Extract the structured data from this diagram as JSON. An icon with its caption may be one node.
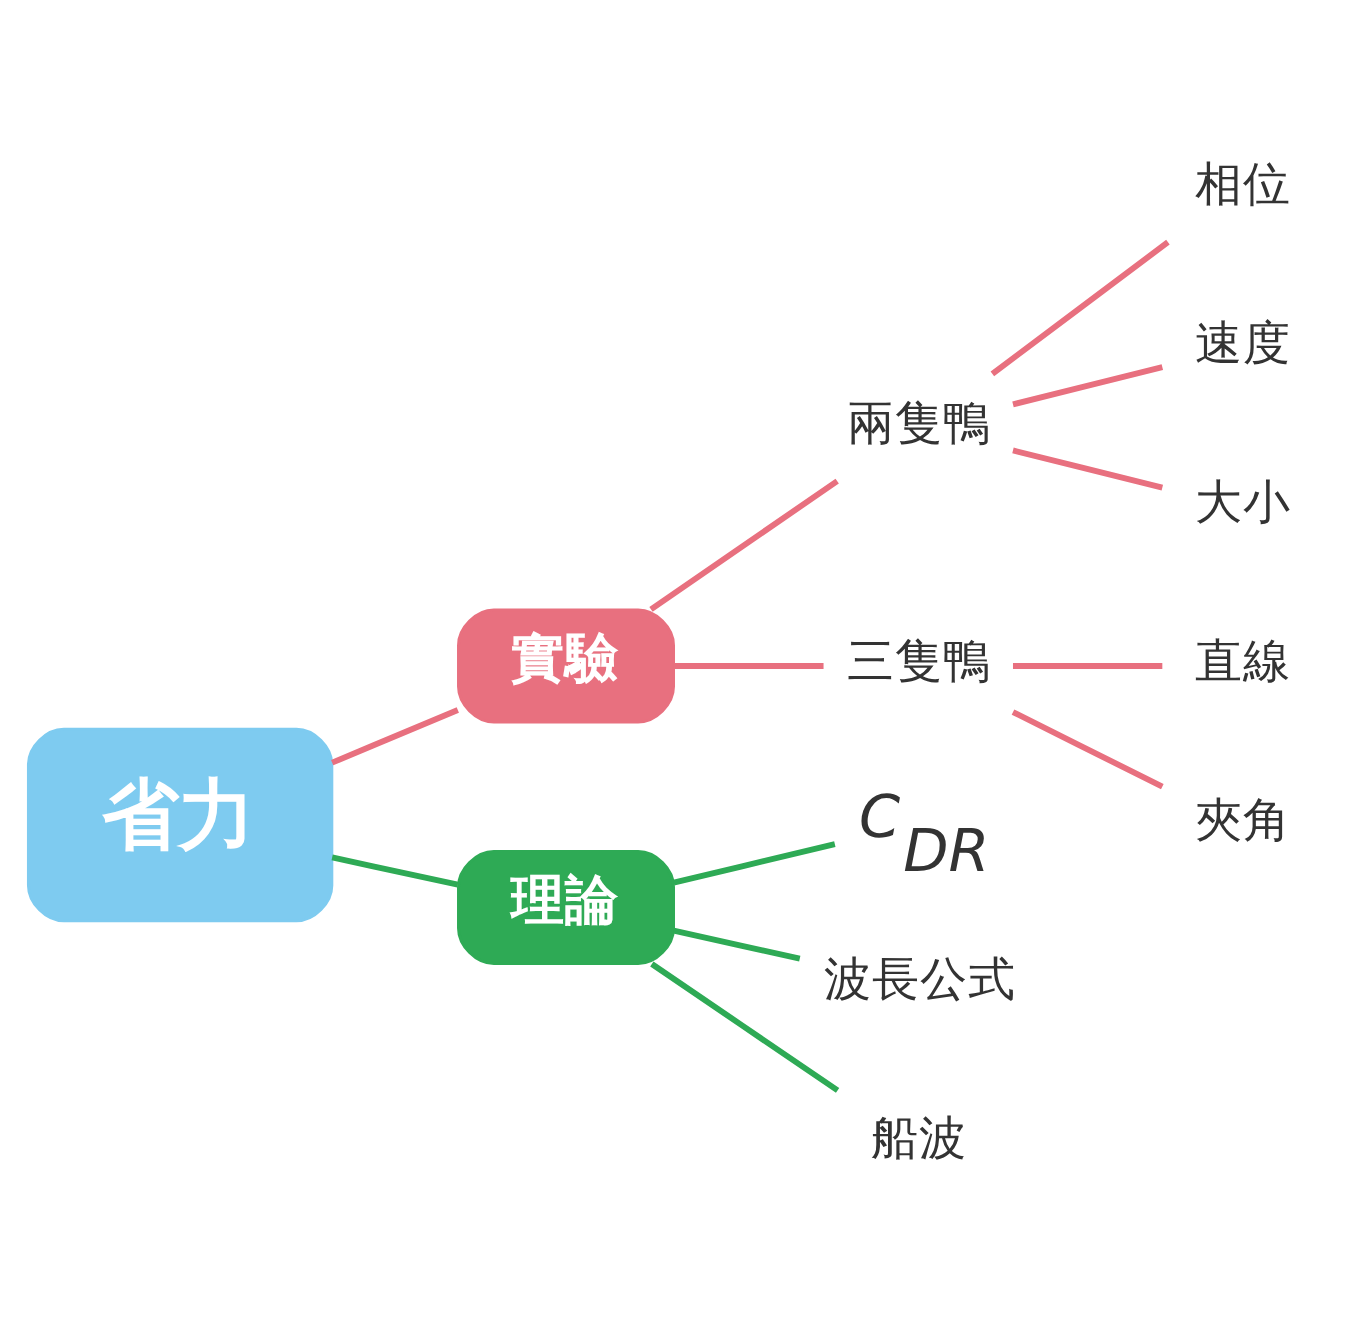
{
  "diagram": {
    "nodes": [
      {
        "text": [
          "省力"
        ]
      },
      {
        "text": [
          "實驗"
        ]
      },
      {
        "text": [
          "兩隻鴨"
        ]
      },
      {
        "text": [
          "相位"
        ]
      },
      {
        "text": [
          "速度"
        ]
      },
      {
        "text": [
          "大小"
        ]
      },
      {
        "text": [
          "三隻鴨"
        ]
      },
      {
        "text": [
          "直線"
        ]
      },
      {
        "text": [
          "夾角"
        ]
      },
      {
        "text": [
          "理論"
        ]
      },
      {
        "text": [
          "C$_{DR}$"
        ]
      },
      {
        "text": [
          "波長公式"
        ]
      },
      {
        "text": [
          "船波"
        ]
      }
    ],
    "edges": [
      {
        "from": 0,
        "to": 1,
        "arrow": "none"
      },
      {
        "from": 1,
        "to": 2,
        "arrow": "none"
      },
      {
        "from": 2,
        "to": 3,
        "arrow": "none"
      },
      {
        "from": 2,
        "to": 4,
        "arrow": "none"
      },
      {
        "from": 2,
        "to": 5,
        "arrow": "none"
      },
      {
        "from": 1,
        "to": 6,
        "arrow": "none"
      },
      {
        "from": 6,
        "to": 7,
        "arrow": "none"
      },
      {
        "from": 6,
        "to": 8,
        "arrow": "none"
      },
      {
        "from": 0,
        "to": 9,
        "arrow": "none",
        "color": "#2eaa55"
      },
      {
        "from": 9,
        "to": 10,
        "arrow": "none",
        "color": "#2eaa55"
      },
      {
        "from": 9,
        "to": 11,
        "arrow": "none",
        "color": "#2eaa55"
      },
      {
        "from": 9,
        "to": 12,
        "arrow": "none",
        "color": "#2eaa55"
      }
    ]
  }
}
